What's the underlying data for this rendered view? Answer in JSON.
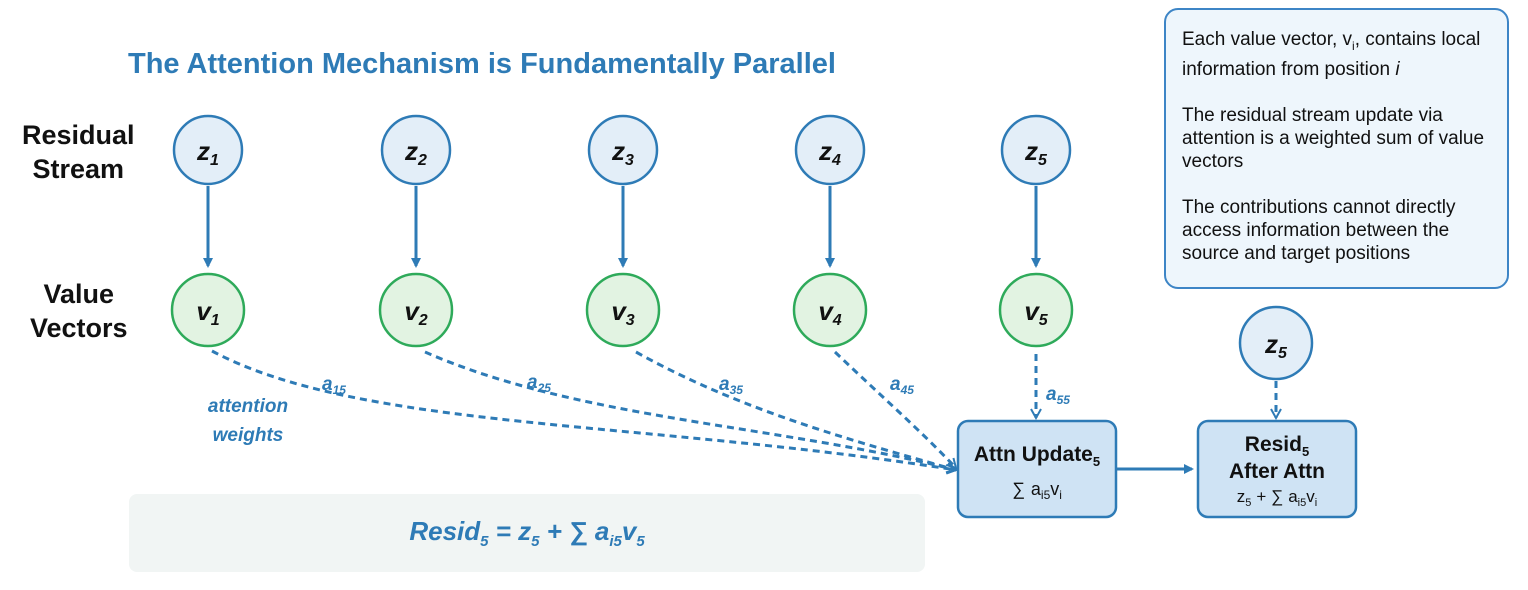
{
  "title": "The Attention Mechanism is Fundamentally Parallel",
  "row_labels": {
    "residual": [
      "Residual",
      "Stream"
    ],
    "value": [
      "Value",
      "Vectors"
    ]
  },
  "residual_nodes": [
    {
      "base": "z",
      "sub": "1"
    },
    {
      "base": "z",
      "sub": "2"
    },
    {
      "base": "z",
      "sub": "3"
    },
    {
      "base": "z",
      "sub": "4"
    },
    {
      "base": "z",
      "sub": "5"
    }
  ],
  "value_nodes": [
    {
      "base": "v",
      "sub": "1"
    },
    {
      "base": "v",
      "sub": "2"
    },
    {
      "base": "v",
      "sub": "3"
    },
    {
      "base": "v",
      "sub": "4"
    },
    {
      "base": "v",
      "sub": "5"
    }
  ],
  "weights": [
    {
      "base": "a",
      "sub": "15"
    },
    {
      "base": "a",
      "sub": "25"
    },
    {
      "base": "a",
      "sub": "35"
    },
    {
      "base": "a",
      "sub": "45"
    },
    {
      "base": "a",
      "sub": "55"
    }
  ],
  "attention_label": [
    "attention",
    "weights"
  ],
  "attn_update": {
    "title": "Attn Update",
    "title_sub": "5",
    "sum_symbol": "∑",
    "term_a": "a",
    "term_a_sub": "i5",
    "term_v": "v",
    "term_v_sub": "i"
  },
  "z5_extra": {
    "base": "z",
    "sub": "5"
  },
  "resid_after": {
    "line1": "Resid",
    "line1_sub": "5",
    "line2": "After Attn",
    "z": "z",
    "z_sub": "5",
    "plus_sum": "+ ∑",
    "a": "a",
    "a_sub": "i5",
    "v": "v",
    "v_sub": "i"
  },
  "formula": {
    "resid": "Resid",
    "resid_sub": "5",
    "eq": " = ",
    "z": "z",
    "z_sub": "5",
    "plus_sum": " + ∑ ",
    "a": "a",
    "a_sub": "i5",
    "v": "v",
    "v_sub": "5"
  },
  "info": {
    "p1_pre": "Each value vector, v",
    "p1_sub": "i",
    "p1_mid": ", contains local information from position ",
    "p1_italic": "i",
    "p2": "The residual stream update via attention is a weighted sum of value vectors",
    "p3": "The contributions cannot directly access information between the source and target positions"
  },
  "colors": {
    "blue": "#2e7bb6",
    "residual_fill": "#e3eef8",
    "value_fill": "#e2f3e2",
    "value_stroke": "#2eaa5a",
    "box_fill": "#cfe3f4"
  }
}
